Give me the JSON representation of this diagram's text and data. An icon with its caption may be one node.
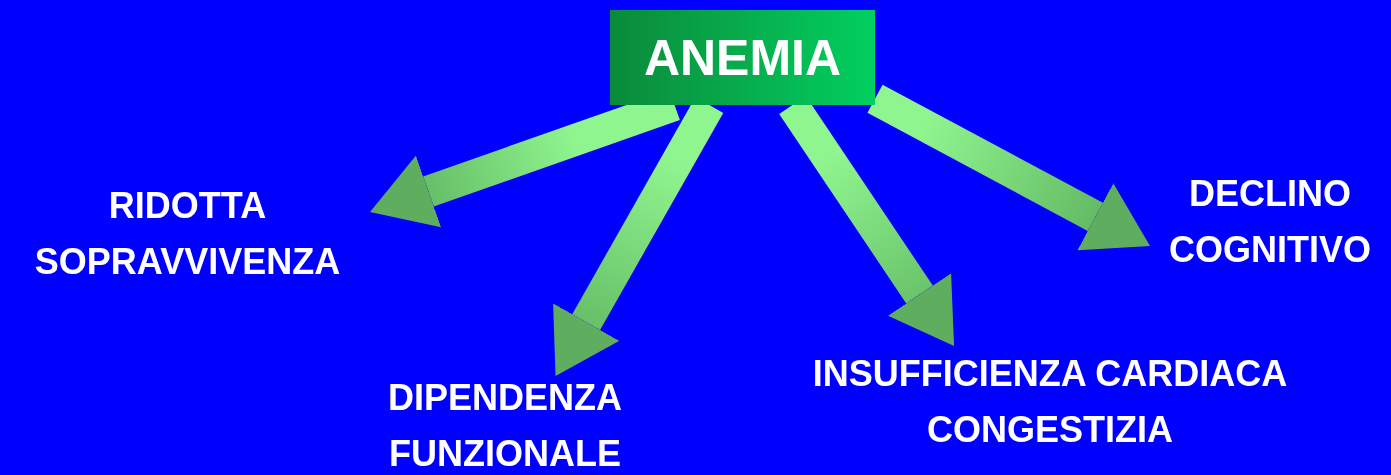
{
  "diagram": {
    "nodes": [
      {
        "text": [
          "ANEMIA"
        ]
      },
      {
        "text": [
          "RIDOTTA SOPRAVVIVENZA"
        ]
      },
      {
        "text": [
          "DIPENDENZA FUNZIONALE"
        ]
      },
      {
        "text": [
          "INSUFFICIENZA CARDIACA CONGESTIZIA"
        ]
      },
      {
        "text": [
          "DECLINO COGNITIVO"
        ]
      }
    ],
    "edges": [
      {
        "from": 0,
        "to": 1,
        "arrow": "to"
      },
      {
        "from": 0,
        "to": 2,
        "arrow": "to"
      },
      {
        "from": 0,
        "to": 3,
        "arrow": "to"
      },
      {
        "from": 0,
        "to": 4,
        "arrow": "to"
      }
    ]
  }
}
